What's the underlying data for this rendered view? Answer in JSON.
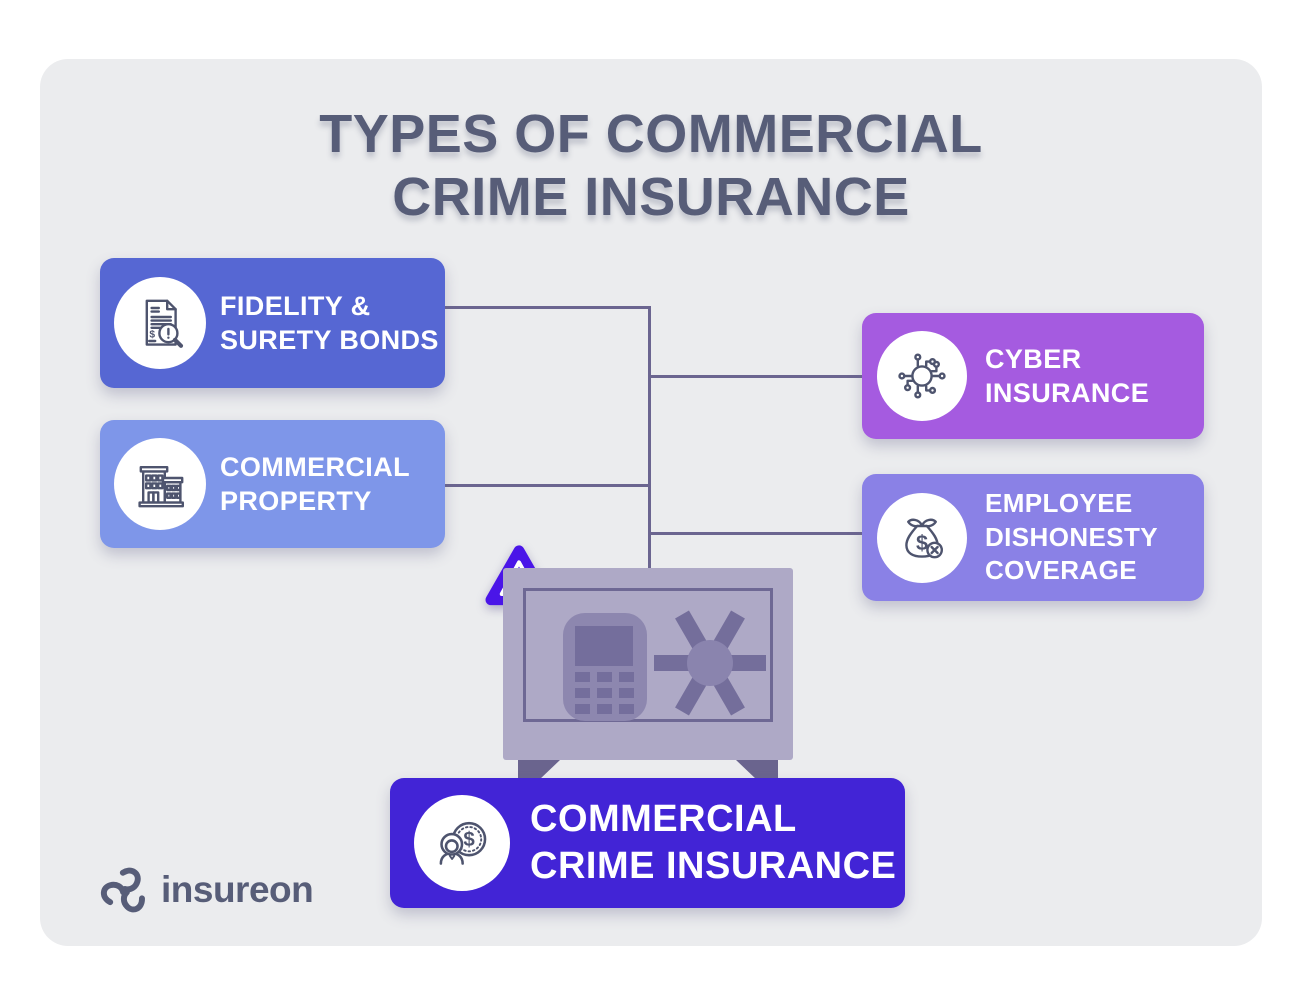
{
  "title": {
    "text": "TYPES OF COMMERCIAL\nCRIME INSURANCE"
  },
  "nodes": {
    "fidelity": {
      "label": "FIDELITY &\nSURETY BONDS",
      "color": "#5667D3",
      "icon": "document-magnifier-icon"
    },
    "property": {
      "label": "COMMERCIAL\nPROPERTY",
      "color": "#7E96E9",
      "icon": "buildings-icon"
    },
    "cyber": {
      "label": "CYBER\nINSURANCE",
      "color": "#A55BE0",
      "icon": "circuit-node-icon"
    },
    "employee": {
      "label": "EMPLOYEE\nDISHONESTY\nCOVERAGE",
      "color": "#8A81E6",
      "icon": "money-bag-x-icon"
    },
    "crime": {
      "label": "COMMERCIAL\nCRIME INSURANCE",
      "color": "#4224D6",
      "icon": "burglar-coin-icon"
    }
  },
  "illustration": {
    "name": "safe-with-warning-sign",
    "safe_color": "#AEA9C6",
    "safe_accent_color": "#746E9C",
    "warning_color": "#4A15E8"
  },
  "connectors": {
    "color": "#6B6590"
  },
  "footer": {
    "brand": "insureon",
    "color": "#575D78"
  }
}
